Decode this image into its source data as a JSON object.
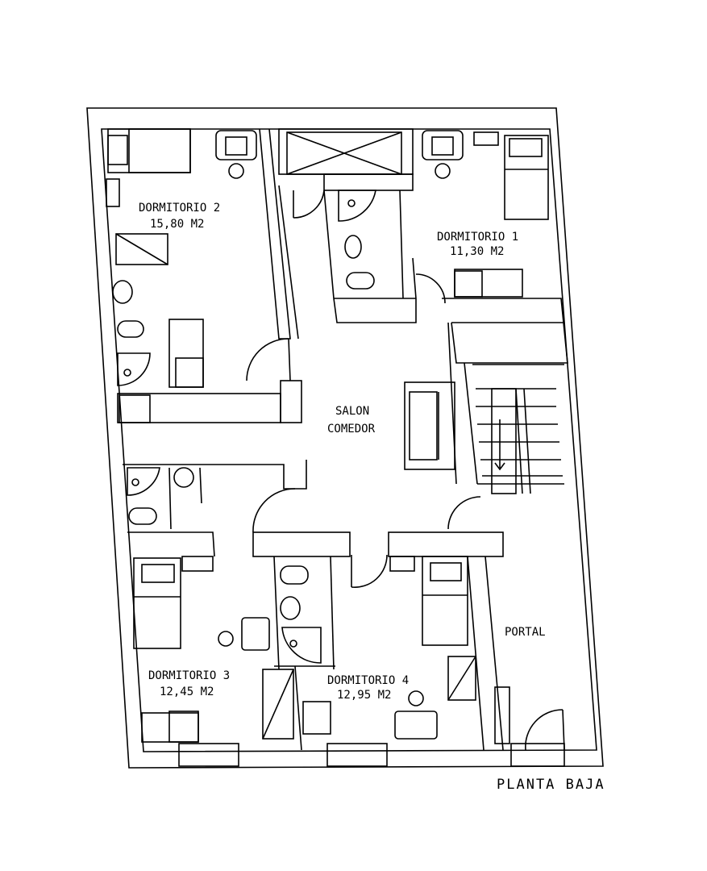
{
  "rooms": {
    "dormitorio_2": {
      "name": "DORMITORIO 2",
      "area": "15,80 M2"
    },
    "dormitorio_1": {
      "name": "DORMITORIO 1",
      "area": "11,30 M2"
    },
    "salon": {
      "line1": "SALON",
      "line2": "COMEDOR"
    },
    "dormitorio_3": {
      "name": "DORMITORIO 3",
      "area": "12,45 M2"
    },
    "dormitorio_4": {
      "name": "DORMITORIO 4",
      "area": "12,95 M2"
    },
    "portal": {
      "name": "PORTAL"
    }
  },
  "plan_title": "PLANTA BAJA"
}
